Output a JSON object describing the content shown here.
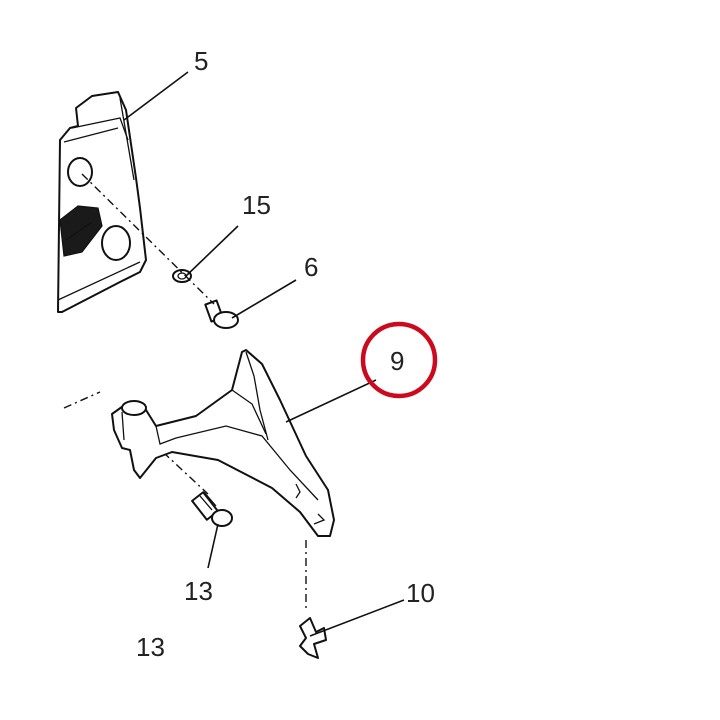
{
  "callouts": {
    "c5": "5",
    "c15": "15",
    "c6": "6",
    "c9": "9",
    "c13a": "13",
    "c10": "10",
    "c13b": "13"
  },
  "highlight": {
    "target": "9",
    "color": "#cc0a1e"
  },
  "colors": {
    "line": "#111111",
    "text": "#222222"
  }
}
